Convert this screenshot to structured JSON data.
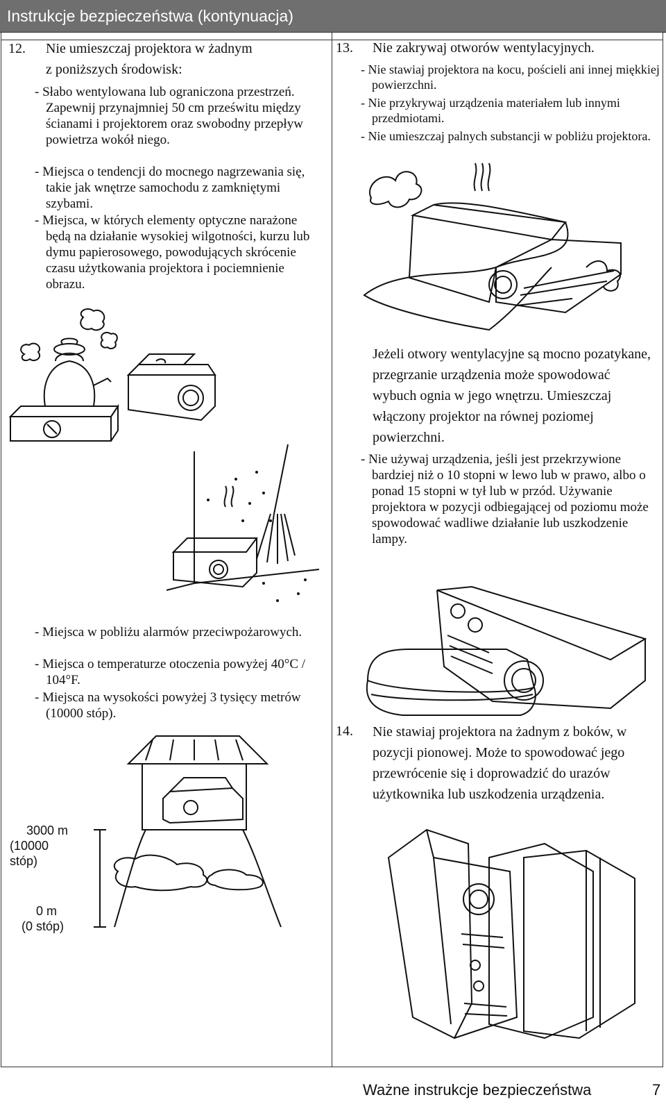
{
  "header": {
    "title": "Instrukcje bezpieczeństwa (kontynuacja)"
  },
  "section12": {
    "number": "12.",
    "intro_line1": "Nie umieszczaj projektora w żadnym",
    "intro_line2": "z poniższych środowisk:",
    "bullet1": "- Słabo wentylowana lub ograniczona przestrzeń. Zapewnij przynajmniej 50 cm prześwitu między ścianami i projektorem oraz swobodny przepływ powietrza wokół niego.",
    "bullet2": "- Miejsca o tendencji do mocnego nagrzewania się, takie jak wnętrze samochodu z zamkniętymi szybami.",
    "bullet3": "- Miejsca, w których elementy optyczne narażone będą na działanie wysokiej wilgotności, kurzu lub dymu papierosowego, powodujących skrócenie czasu użytkowania projektora i pociemnienie obrazu.",
    "bullet4": "- Miejsca w pobliżu alarmów przeciwpożarowych.",
    "bullet5": "- Miejsca o temperaturze otoczenia powyżej 40°C / 104°F.",
    "bullet6": "- Miejsca na wysokości powyżej 3 tysięcy metrów (10000 stóp).",
    "altitude_top": "3000 m",
    "altitude_top_ft1": "(10000",
    "altitude_top_ft2": "stóp)",
    "altitude_bottom": "0 m",
    "altitude_bottom_ft": "(0 stóp)"
  },
  "section13": {
    "number": "13.",
    "title": "Nie zakrywaj otworów wentylacyjnych.",
    "bullet1": "- Nie stawiaj projektora na kocu, pościeli ani innej miękkiej powierzchni.",
    "bullet2": "- Nie przykrywaj urządzenia materiałem lub innymi przedmiotami.",
    "bullet3": "- Nie umieszczaj palnych substancji w pobliżu projektora.",
    "paragraph": "Jeżeli otwory wentylacyjne są mocno pozatykane, przegrzanie urządzenia może spowodować wybuch ognia w jego wnętrzu. Umieszczaj włączony projektor na równej poziomej powierzchni.",
    "bullet4": "- Nie używaj urządzenia, jeśli jest przekrzywione bardziej niż o 10 stopni w lewo lub w prawo, albo o ponad 15 stopni w tył lub w przód. Używanie projektora w pozycji odbiegającej od poziomu może spowodować wadliwe działanie lub uszkodzenie lampy."
  },
  "section14": {
    "number": "14.",
    "text": "Nie stawiaj projektora na żadnym z boków, w pozycji pionowej. Może to spowodować jego przewrócenie się i doprowadzić do urazów użytkownika lub uszkodzenia urządzenia."
  },
  "footer": {
    "title": "Ważne instrukcje bezpieczeństwa",
    "page": "7"
  }
}
